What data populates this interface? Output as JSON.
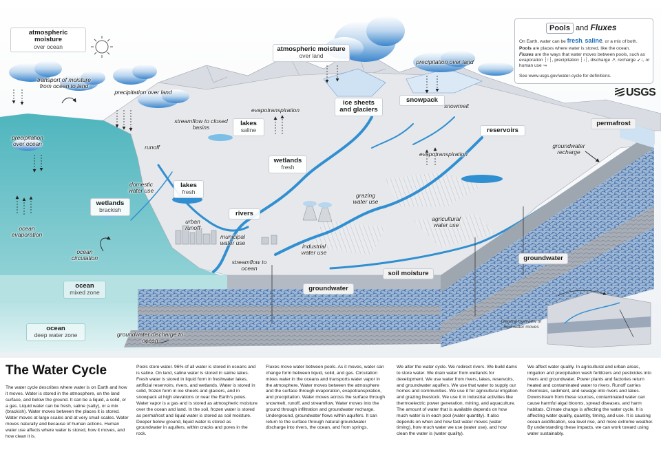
{
  "title": "The Water Cycle",
  "organization": "USGS",
  "legend": {
    "pools_word": "Pools",
    "and_word": "and",
    "fluxes_word": "Fluxes",
    "line1_pre": "On Earth, water can be",
    "fresh": "fresh",
    "saline": "saline",
    "line1_post": ", or a mix of both.",
    "line2_bold": "Pools",
    "line2_rest": "are places where water is stored, like the ocean.",
    "line3_bold": "Fluxes",
    "line3_rest": "are the ways that water moves between pools, such as evaporation",
    "line3b": ", precipitation",
    "line3c": ", discharge",
    "line4a": "recharge",
    "line4b": ", or human use",
    "line5": "See www.usgs.gov/water-cycle for definitions."
  },
  "pools": {
    "atm_ocean": {
      "title": "atmospheric moisture",
      "sub": "over ocean"
    },
    "atm_land": {
      "title": "atmospheric moisture",
      "sub": "over land"
    },
    "ice_sheets": {
      "title": "ice sheets and glaciers"
    },
    "snowpack": {
      "title": "snowpack"
    },
    "lakes_saline": {
      "title": "lakes",
      "sub": "saline"
    },
    "wetlands_fresh": {
      "title": "wetlands",
      "sub": "fresh"
    },
    "lakes_fresh": {
      "title": "lakes",
      "sub": "fresh"
    },
    "wetlands_brackish": {
      "title": "wetlands",
      "sub": "brackish"
    },
    "rivers": {
      "title": "rivers"
    },
    "reservoirs": {
      "title": "reservoirs"
    },
    "permafrost": {
      "title": "permafrost"
    },
    "groundwater_right": {
      "title": "groundwater"
    },
    "soil_moisture": {
      "title": "soil moisture"
    },
    "groundwater_front": {
      "title": "groundwater"
    },
    "ocean_mixed": {
      "title": "ocean",
      "sub": "mixed zone"
    },
    "ocean_deep": {
      "title": "ocean",
      "sub": "deep water zone"
    }
  },
  "fluxes": {
    "transport": "transport of moisture from ocean to land",
    "precip_land_left": "precipitation over land",
    "precip_land_right": "precipitation over land",
    "precip_ocean": "precipitation over ocean",
    "ocean_evap": "ocean evaporation",
    "ocean_circ": "ocean circulation",
    "runoff": "runoff",
    "domestic": "domestic water use",
    "urban_runoff": "urban runoff",
    "municipal": "municipal water use",
    "industrial": "industrial water use",
    "streamflow_ocean": "streamflow to ocean",
    "streamflow_basins": "streamflow to closed basins",
    "evapo_upper": "evapotranspiration",
    "evapo_right": "evapotranspiration",
    "snowmelt": "snowmelt",
    "gw_recharge": "groundwater recharge",
    "grazing": "grazing water use",
    "agricultural": "agricultural water use",
    "gw_discharge": "groundwater discharge to ocean"
  },
  "inset_caption": "General overview of how water moves",
  "text": {
    "intro": "The water cycle describes where water is on Earth and how it moves. Water is stored in the atmosphere, on the land surface, and below the ground. It can be a liquid, a solid, or a gas. Liquid water can be fresh, saline (salty), or a mix (brackish). Water moves between the places it is stored. Water moves at large scales and at very small scales. Water moves naturally and because of human actions. Human water use affects where water is stored, how it moves, and how clean it is.",
    "col_pools": "Pools store water. 96% of all water is stored in oceans and is saline. On land, saline water is stored in saline lakes. Fresh water is stored in liquid form in freshwater lakes, artificial reservoirs, rivers, and wetlands. Water is stored in solid, frozen form in ice sheets and glaciers, and in snowpack at high elevations or near the Earth's poles. Water vapor is a gas and is stored as atmospheric moisture over the ocean and land. In the soil, frozen water is stored as permafrost and liquid water is stored as soil moisture. Deeper below ground, liquid water is stored as groundwater in aquifers, within cracks and pores in the rock.",
    "col_fluxes": "Fluxes move water between pools. As it moves, water can change form between liquid, solid, and gas. Circulation mixes water in the oceans and transports water vapor in the atmosphere. Water moves between the atmosphere and the surface through evaporation, evapotranspiration, and precipitation. Water moves across the surface through snowmelt, runoff, and streamflow. Water moves into the ground through infiltration and groundwater recharge. Underground, groundwater flows within aquifers. It can return to the surface through natural groundwater discharge into rivers, the ocean, and from springs.",
    "col_use": "We alter the water cycle. We redirect rivers. We build dams to store water. We drain water from wetlands for development. We use water from rivers, lakes, reservoirs, and groundwater aquifers. We use that water to supply our homes and communities. We use it for agricultural irrigation and grazing livestock. We use it in industrial activities like thermoelectric power generation, mining, and aquaculture. The amount of water that is available depends on how much water is in each pool (water quantity). It also depends on when and how fast water moves (water timing), how much water we use (water use), and how clean the water is (water quality).",
    "col_quality": "We affect water quality. In agricultural and urban areas, irrigation and precipitation wash fertilizers and pesticides into rivers and groundwater. Power plants and factories return heated and contaminated water to rivers. Runoff carries chemicals, sediment, and sewage into rivers and lakes. Downstream from these sources, contaminated water can cause harmful algal blooms, spread diseases, and harm habitats. Climate change is affecting the water cycle. It is affecting water quality, quantity, timing, and use. It is causing ocean acidification, sea level rise, and more extreme weather. By understanding these impacts, we can work toward using water sustainably."
  },
  "colors": {
    "ocean": "#5fbcc4",
    "ocean_deep": "#a9dde0",
    "river": "#2f8fd0",
    "land": "#e4e6e8",
    "rock": "#8a9bb0",
    "aquifer": "#5a88c2",
    "cloud": "#4a8fd1"
  }
}
